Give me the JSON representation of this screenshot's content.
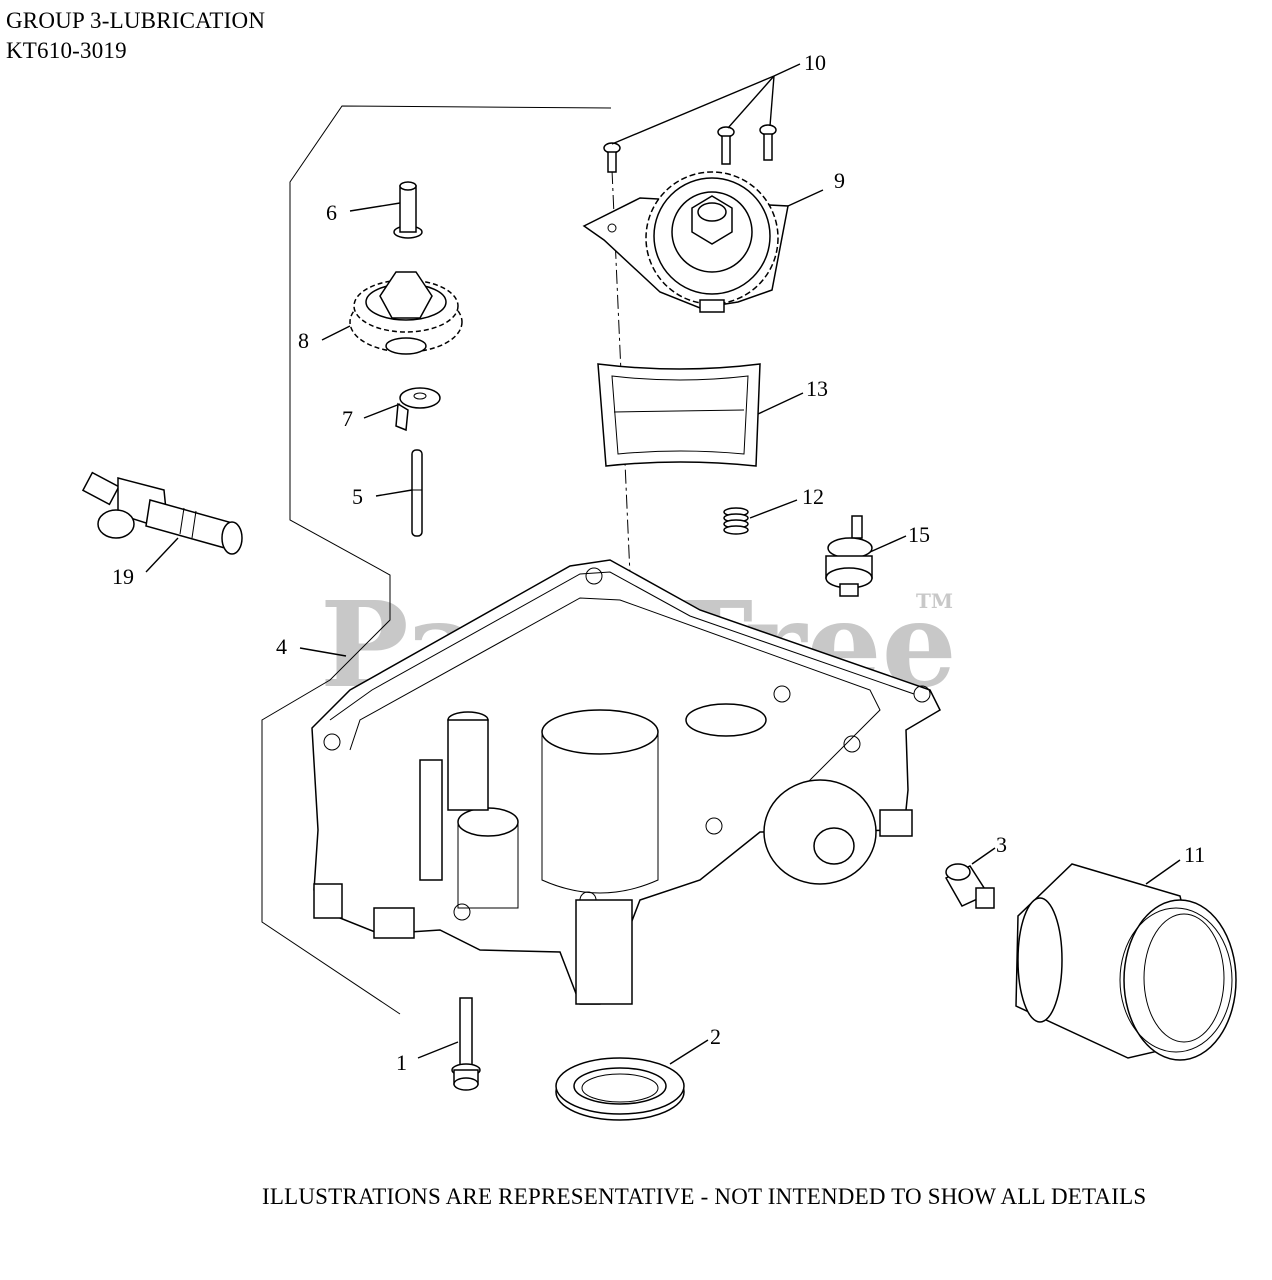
{
  "header": {
    "title": "GROUP 3-LUBRICATION",
    "model": "KT610-3019"
  },
  "footer": {
    "note": "ILLUSTRATIONS ARE REPRESENTATIVE - NOT INTENDED TO SHOW ALL DETAILS"
  },
  "watermark": {
    "text": "PartsTree",
    "tm": "TM",
    "color": "#c8c8c8"
  },
  "callouts": [
    {
      "id": "1",
      "part": "bolt"
    },
    {
      "id": "2",
      "part": "oil-seal"
    },
    {
      "id": "3",
      "part": "drain-plug"
    },
    {
      "id": "4",
      "part": "oil-pan"
    },
    {
      "id": "5",
      "part": "pin"
    },
    {
      "id": "6",
      "part": "shaft"
    },
    {
      "id": "7",
      "part": "washer"
    },
    {
      "id": "8",
      "part": "governor-gear"
    },
    {
      "id": "9",
      "part": "oil-pump"
    },
    {
      "id": "10",
      "part": "screws"
    },
    {
      "id": "11",
      "part": "oil-filter"
    },
    {
      "id": "12",
      "part": "spring"
    },
    {
      "id": "13",
      "part": "screen"
    },
    {
      "id": "15",
      "part": "oil-pressure-switch"
    },
    {
      "id": "19",
      "part": "fitting"
    }
  ]
}
